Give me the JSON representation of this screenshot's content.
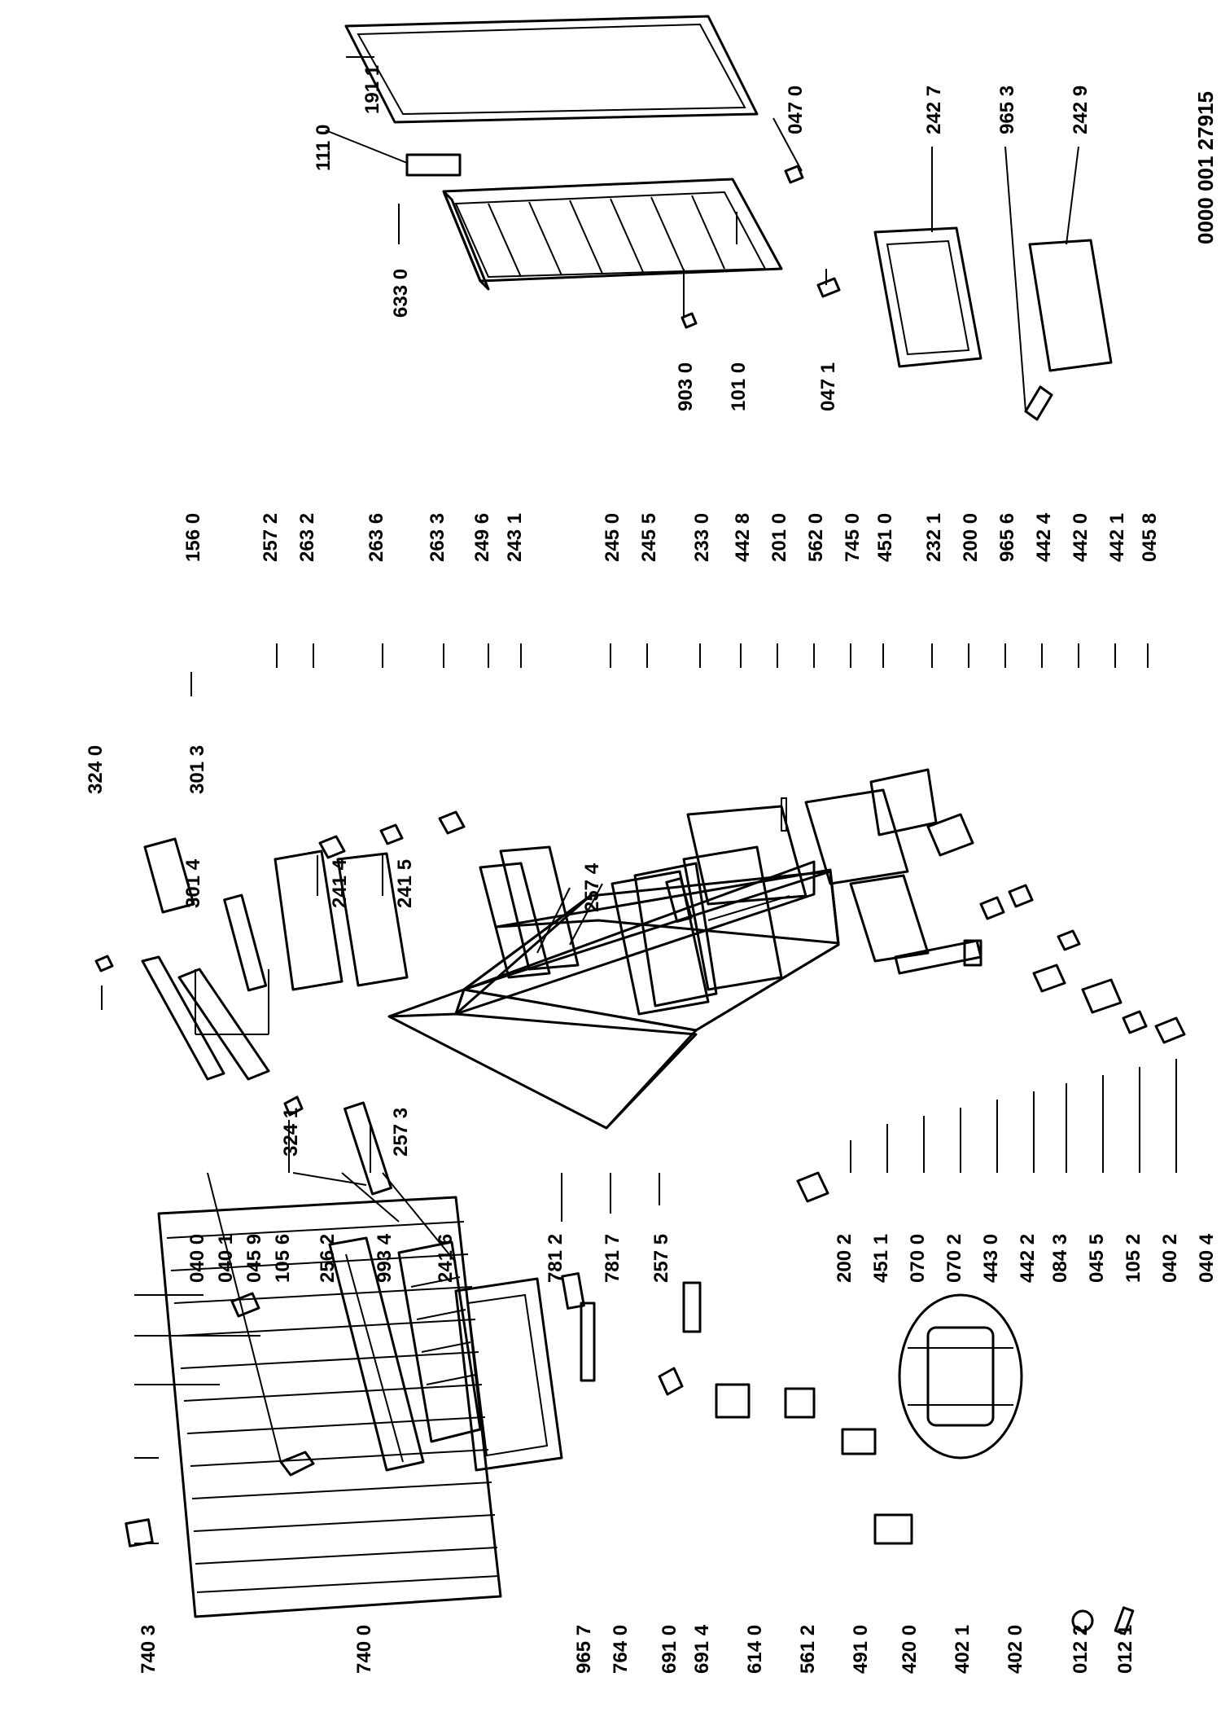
{
  "document_number": "0000 001 27915",
  "callouts": [
    "740 3",
    "740 0",
    "965 7",
    "764 0",
    "691 0",
    "691 4",
    "614 0",
    "561 2",
    "491 0",
    "420 0",
    "402 1",
    "402 0",
    "012 2",
    "012 1",
    "040 0",
    "040 1",
    "045 9",
    "105 6",
    "256 2",
    "993 4",
    "241 6",
    "781 2",
    "781 7",
    "257 5",
    "324 1",
    "257 3",
    "301 4",
    "301 3",
    "324 0",
    "241 4",
    "241 5",
    "156 0",
    "257 2",
    "263 2",
    "263 6",
    "263 3",
    "249 6",
    "243 1",
    "257 4",
    "200 2",
    "451 1",
    "070 0",
    "070 2",
    "443 0",
    "442 2",
    "084 3",
    "045 5",
    "105 2",
    "040 2",
    "040 4",
    "245 0",
    "245 5",
    "233 0",
    "442 8",
    "201 0",
    "562 0",
    "745 0",
    "451 0",
    "232 1",
    "200 0",
    "965 6",
    "442 4",
    "442 0",
    "442 1",
    "045 8",
    "633 0",
    "903 0",
    "101 0",
    "047 1",
    "111 0",
    "191 1",
    "047 0",
    "242 7",
    "965 3",
    "242 9"
  ]
}
